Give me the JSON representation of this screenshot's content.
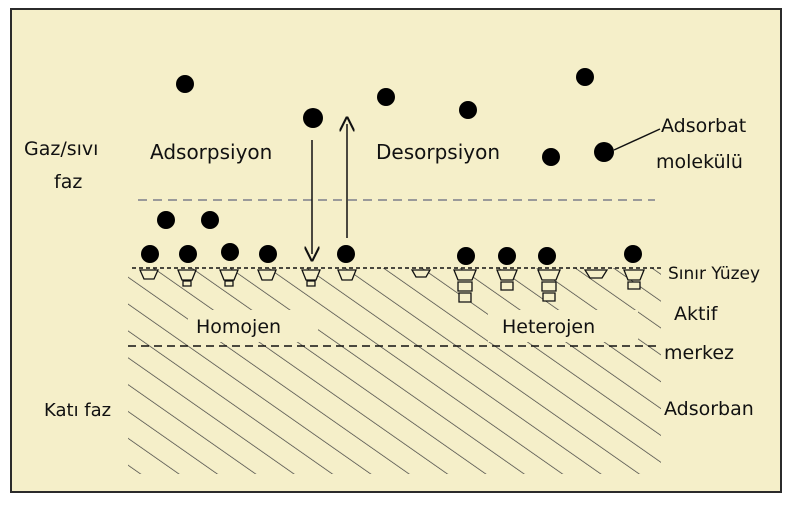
{
  "labels": {
    "gas_liquid_phase_line1": "Gaz/sıvı",
    "gas_liquid_phase_line2": "faz",
    "adsorption": "Adsorpsiyon",
    "desorption": "Desorpsiyon",
    "adsorbate_line1": "Adsorbat",
    "adsorbate_line2": "molekülü",
    "boundary_surface": "Sınır Yüzey",
    "homogeneous": "Homojen",
    "heterogeneous": "Heterojen",
    "active_center_line1": "Aktif",
    "active_center_line2": "merkez",
    "solid_phase": "Katı faz",
    "adsorbent": "Adsorban"
  },
  "colors": {
    "background": "#f5efc9",
    "frame": "#2b2b2b",
    "ink": "#111111",
    "hatch": "#3a3a3a"
  }
}
